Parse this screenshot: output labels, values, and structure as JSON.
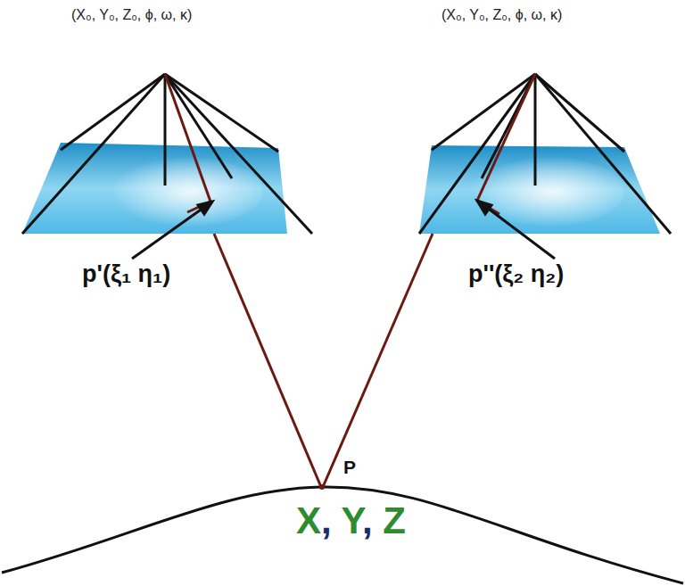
{
  "diagram": {
    "labels": [
      "(X₀, Y₀, Z₀, ϕ, ω, κ)",
      "(X₀, Y₀, Z₀, ϕ, ω, κ)",
      "p'(ξ₁ η₁)",
      "p''(ξ₂ η₂)",
      "P",
      "X, Y, Z"
    ]
  }
}
